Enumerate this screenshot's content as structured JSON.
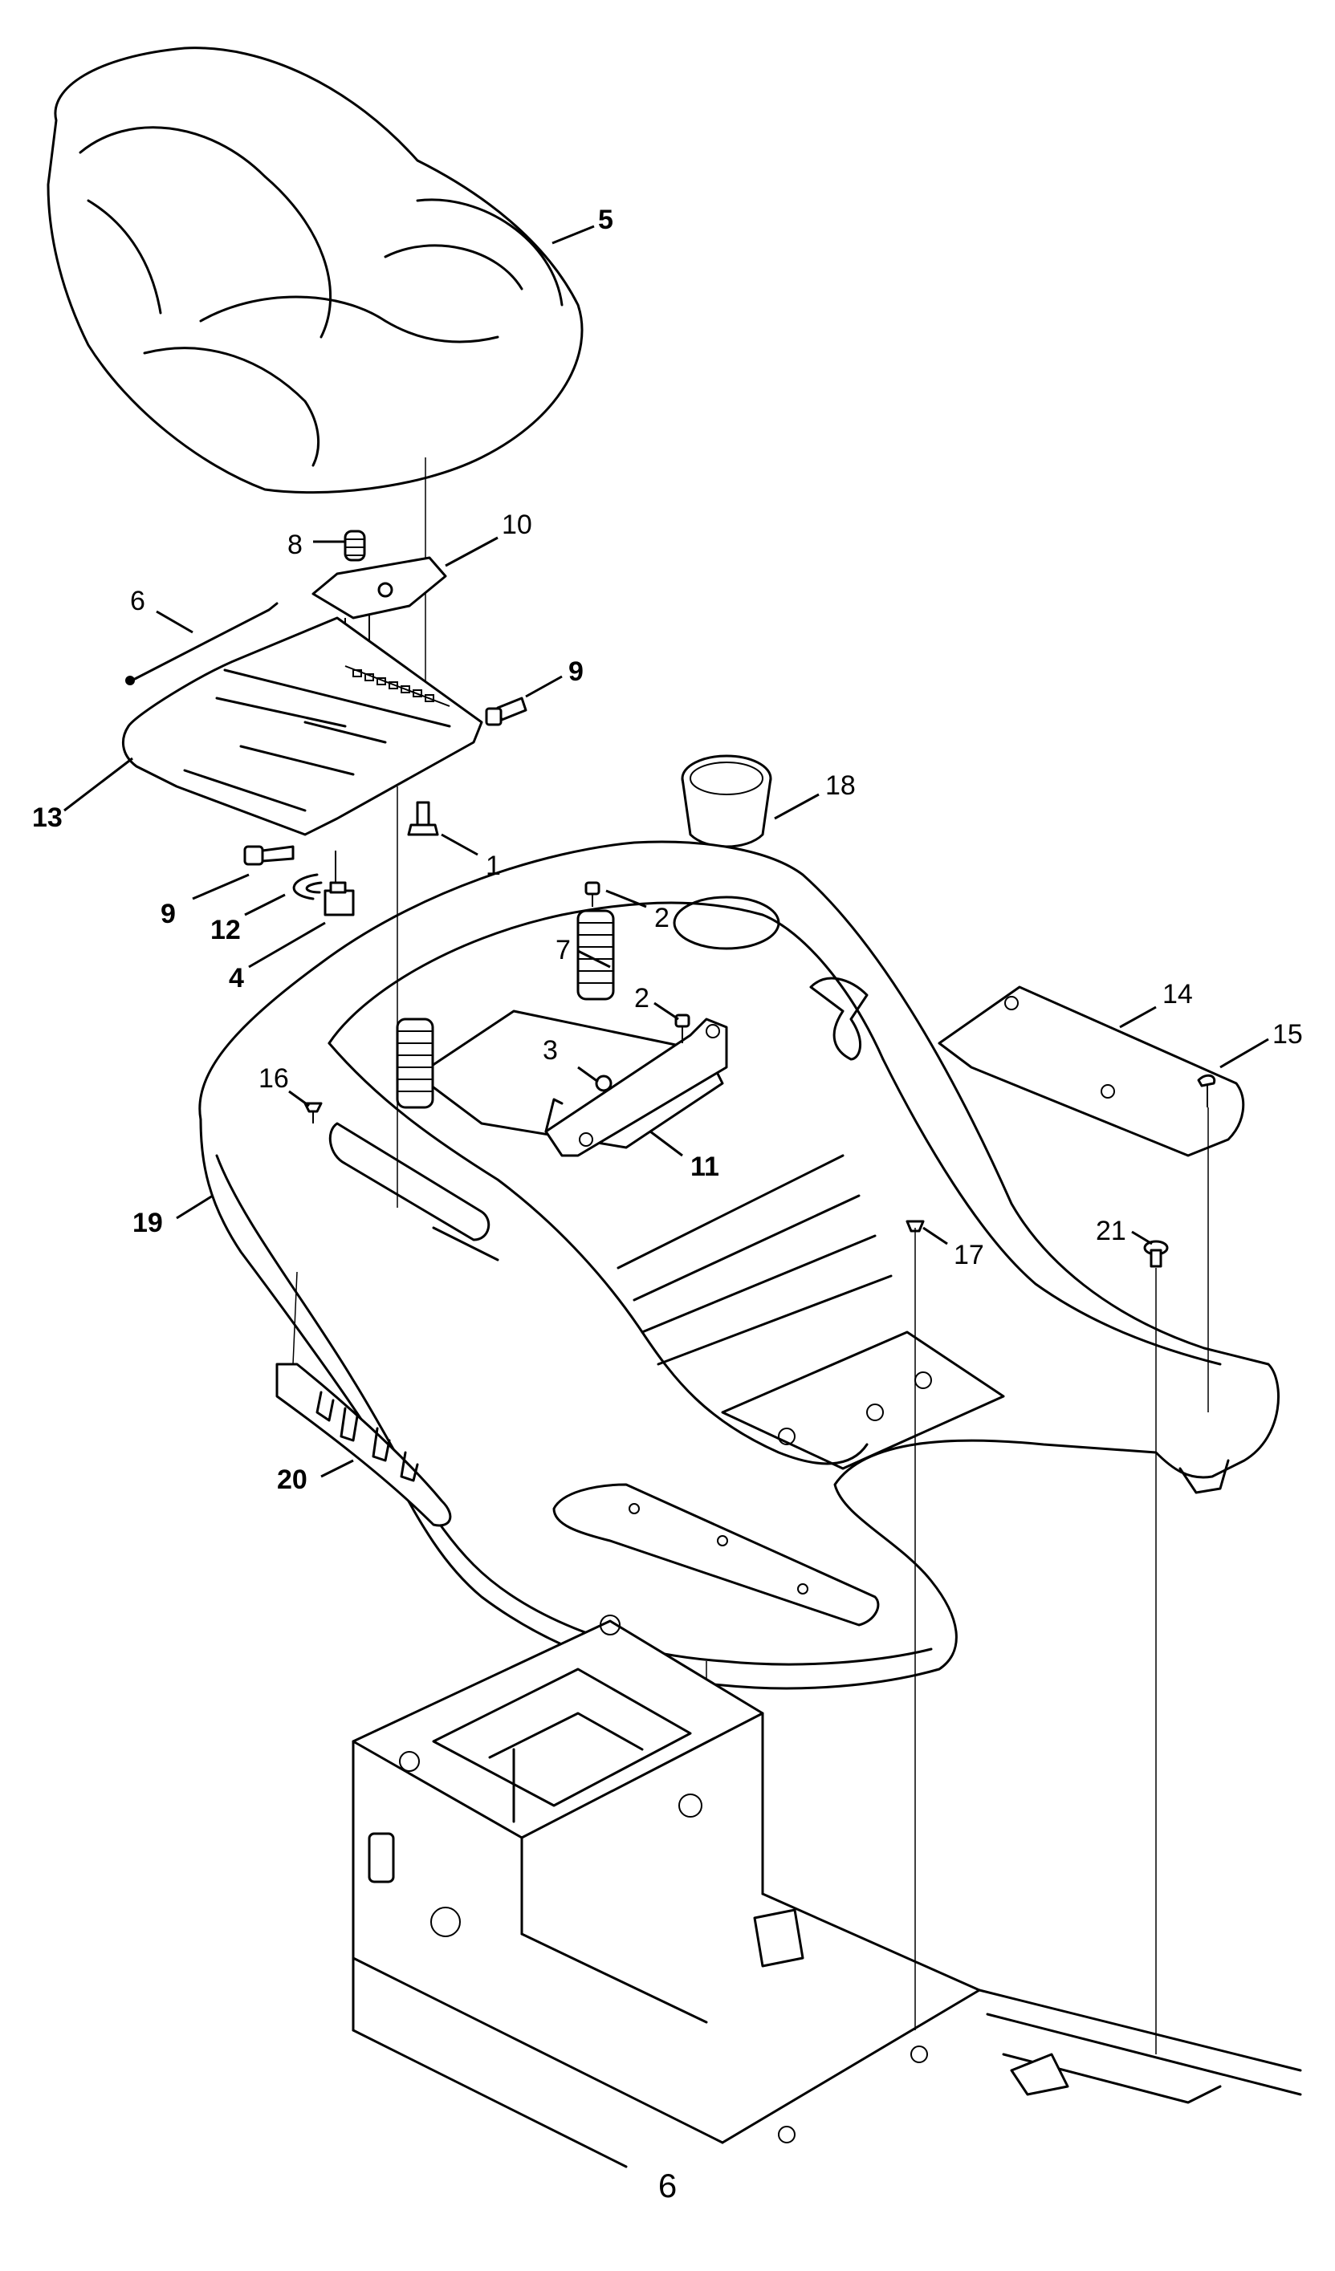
{
  "callouts": [
    {
      "id": "c5",
      "label": "5",
      "bold": true
    },
    {
      "id": "c10",
      "label": "10",
      "bold": false
    },
    {
      "id": "c8",
      "label": "8",
      "bold": false
    },
    {
      "id": "c6",
      "label": "6",
      "bold": false
    },
    {
      "id": "c9a",
      "label": "9",
      "bold": true
    },
    {
      "id": "c13",
      "label": "13",
      "bold": true
    },
    {
      "id": "c1",
      "label": "1",
      "bold": false
    },
    {
      "id": "c9b",
      "label": "9",
      "bold": true
    },
    {
      "id": "c12",
      "label": "12",
      "bold": true
    },
    {
      "id": "c4",
      "label": "4",
      "bold": true
    },
    {
      "id": "c18",
      "label": "18",
      "bold": false
    },
    {
      "id": "c2a",
      "label": "2",
      "bold": false
    },
    {
      "id": "c7",
      "label": "7",
      "bold": false
    },
    {
      "id": "c2b",
      "label": "2",
      "bold": false
    },
    {
      "id": "c3",
      "label": "3",
      "bold": false
    },
    {
      "id": "c16",
      "label": "16",
      "bold": false
    },
    {
      "id": "c11",
      "label": "11",
      "bold": true
    },
    {
      "id": "c19",
      "label": "19",
      "bold": true
    },
    {
      "id": "c14",
      "label": "14",
      "bold": false
    },
    {
      "id": "c15",
      "label": "15",
      "bold": false
    },
    {
      "id": "c21",
      "label": "21",
      "bold": false
    },
    {
      "id": "c17",
      "label": "17",
      "bold": false
    },
    {
      "id": "c20",
      "label": "20",
      "bold": true
    }
  ],
  "page_number": "6"
}
